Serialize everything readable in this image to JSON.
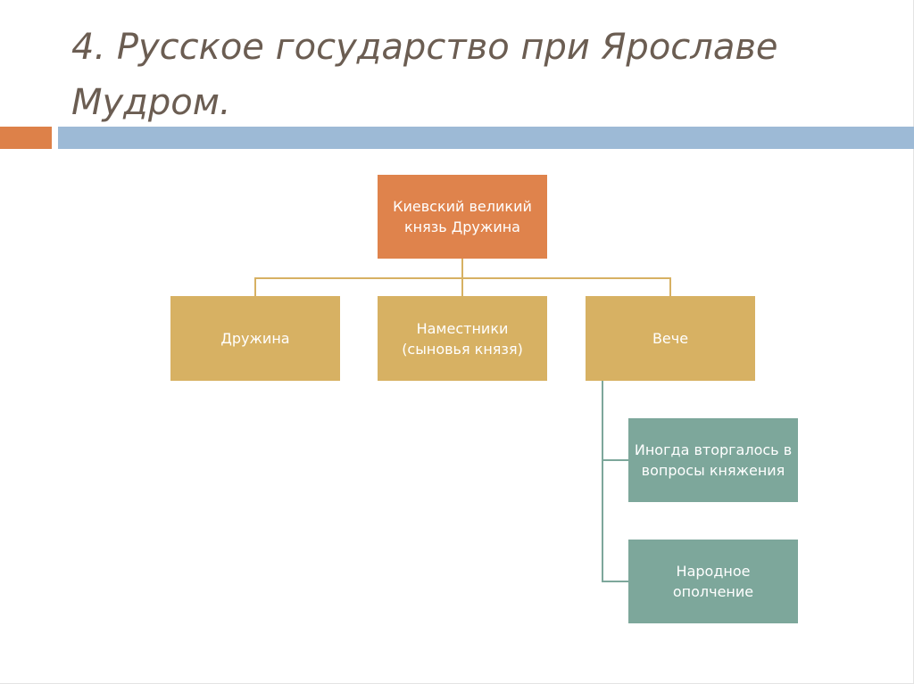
{
  "title": "4. Русское государство при Ярославе Мудром.",
  "diagram": {
    "root": "Киевский великий князь Дружина",
    "level2": [
      "Дружина",
      "Наместники (сыновья князя)",
      "Вече"
    ],
    "veche_children": [
      "Иногда вторгалось в вопросы княжения",
      "Народное ополчение"
    ]
  },
  "colors": {
    "root": "#df834c",
    "level2": "#d7b163",
    "children": "#7da79b",
    "title": "#6b5d52",
    "accent_orange": "#dd8149",
    "accent_blue": "#9dbad6"
  }
}
